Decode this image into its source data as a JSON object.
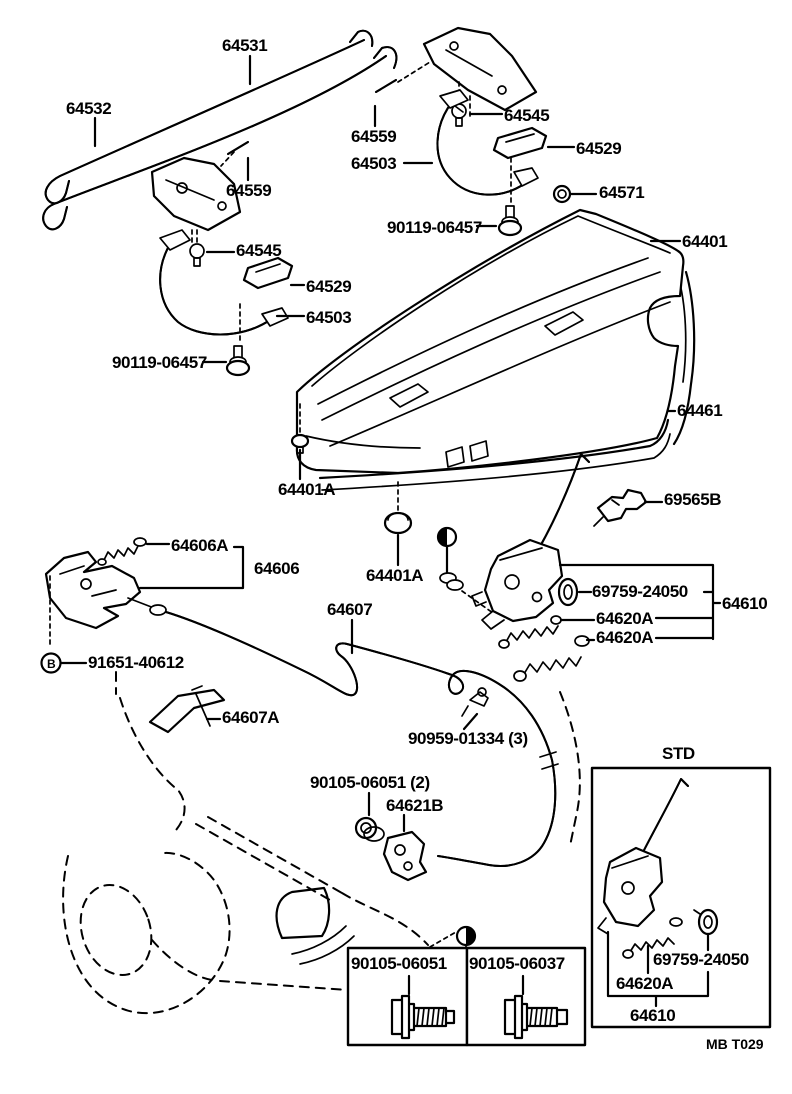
{
  "figure": {
    "code": "MB T029",
    "std_caption": "STD"
  },
  "colors": {
    "ink": "#000000",
    "paper": "#ffffff"
  },
  "labels": {
    "p64531": "64531",
    "p64532": "64532",
    "p64559_top": "64559",
    "p64503_top": "64503",
    "p64545_top": "64545",
    "p64529_top": "64529",
    "p64571": "64571",
    "p90119_top": "90119-06457",
    "p64401": "64401",
    "p64559_left": "64559",
    "p64545_left": "64545",
    "p64529_left": "64529",
    "p64503_left": "64503",
    "p90119_left": "90119-06457",
    "p64461": "64461",
    "p64401a_1": "64401A",
    "p69565b": "69565B",
    "p64606a": "64606A",
    "p64606": "64606",
    "p64401a_2": "64401A",
    "p69759": "69759-24050",
    "p64610": "64610",
    "p64620a_1": "64620A",
    "p64620a_2": "64620A",
    "p64607": "64607",
    "p91651": "91651-40612",
    "p64607a": "64607A",
    "p90959": "90959-01334 (3)",
    "p90105_qty": "90105-06051 (2)",
    "p64621b": "64621B",
    "p69759_std": "69759-24050",
    "p64620a_std": "64620A",
    "p64610_std": "64610",
    "p90105_06051": "90105-06051",
    "p90105_06037": "90105-06037",
    "marker_b": "B"
  }
}
